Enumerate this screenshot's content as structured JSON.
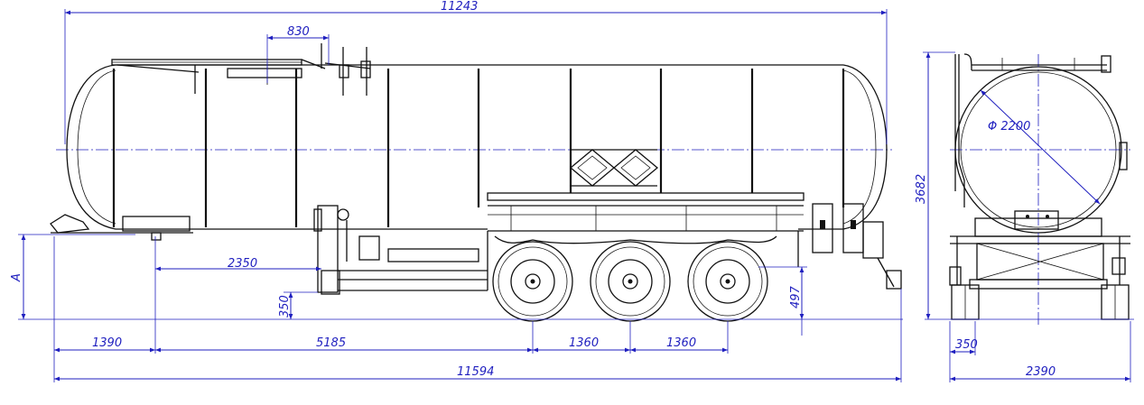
{
  "dimensions": {
    "overall_tank_length": "11243",
    "hatch_width": "830",
    "kingpin_to_bogie": "2350",
    "kingpin_height": "350",
    "rear_height": "497",
    "front_overhang": "1390",
    "wheelbase": "5185",
    "axle_spacing_1": "1360",
    "axle_spacing_2": "1360",
    "overall_length": "11594",
    "height_label": "A",
    "overall_height": "3682",
    "tank_diameter": "Φ 2200",
    "track_offset": "350",
    "overall_width": "2390"
  }
}
